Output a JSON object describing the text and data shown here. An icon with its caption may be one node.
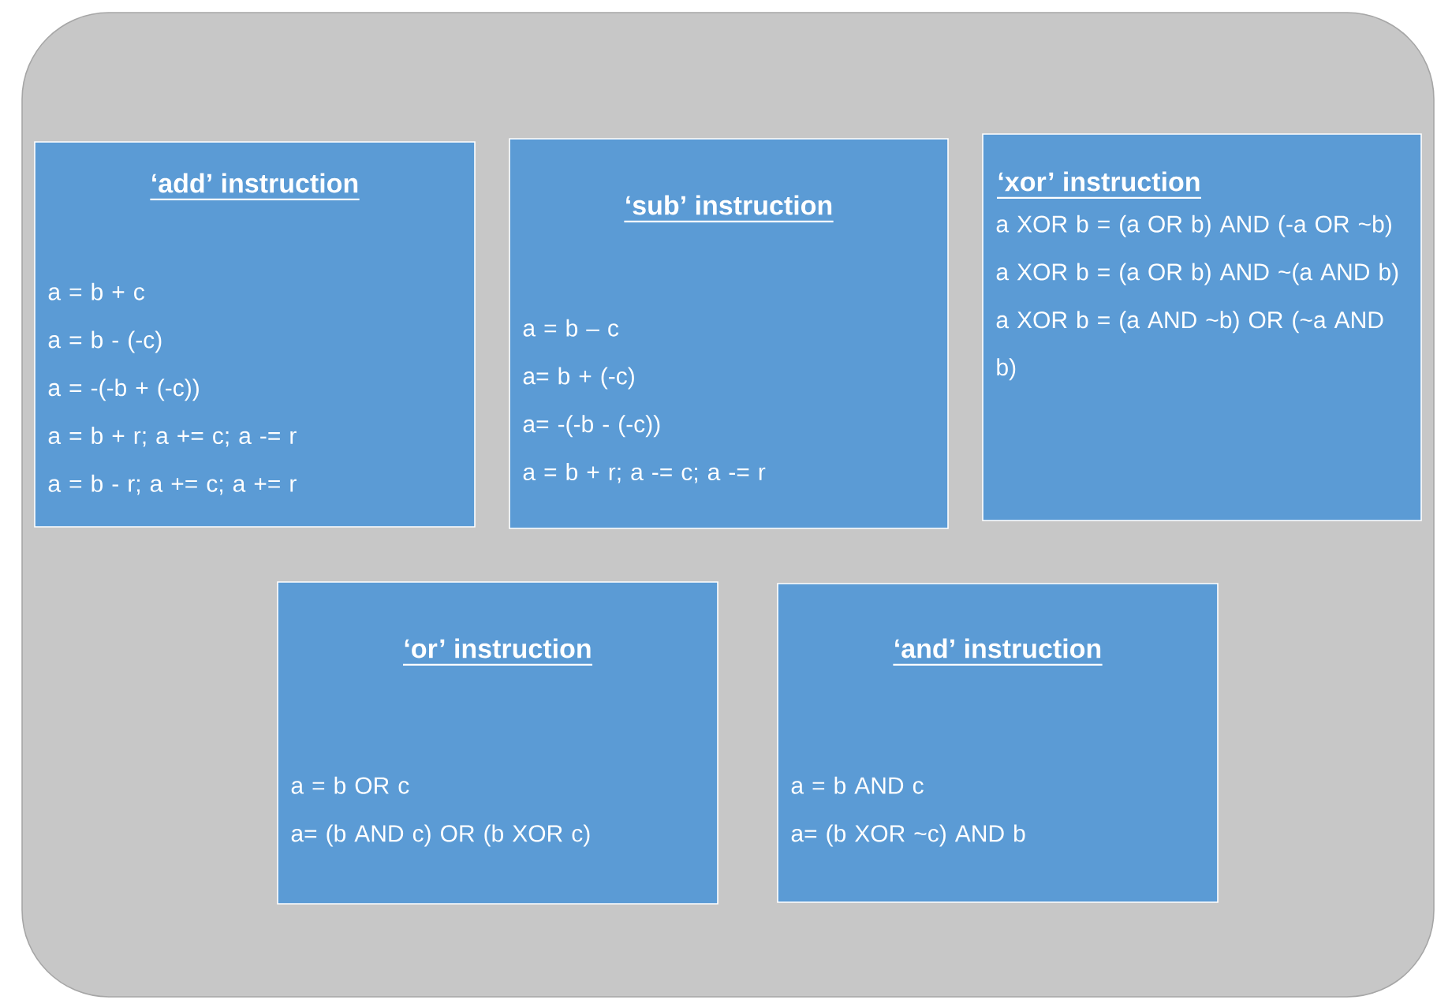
{
  "diagram": {
    "nodes": [
      {
        "text": [],
        "shape": "box"
      },
      {
        "text": [
          "‘add’ instruction",
          "a = b + c",
          "a = b - (-c)",
          "a = -(-b + (-c))",
          "a = b + r;  a += c; a -= r",
          "a = b - r; a += c; a += r"
        ],
        "in": 0
      },
      {
        "text": [
          "‘sub’ instruction",
          "a = b – c",
          "a= b + (-c)",
          "a= -(-b - (-c))",
          "a = b + r; a -= c; a -= r"
        ],
        "in": 0
      },
      {
        "text": [
          "‘xor’ instruction",
          "a XOR b = (a OR b) AND (-a OR ~b)",
          "a XOR b = (a OR b) AND ~(a AND b)",
          "a XOR b = (a AND ~b) OR (~a AND b)"
        ],
        "in": 0
      },
      {
        "text": [
          "‘or’ instruction",
          "a = b OR c",
          "a= (b AND c) OR (b XOR c)"
        ],
        "in": 0
      },
      {
        "text": [
          "‘and’ instruction",
          "a = b AND c",
          "a= (b XOR ~c) AND b"
        ],
        "in": 0
      }
    ],
    "edges": []
  }
}
